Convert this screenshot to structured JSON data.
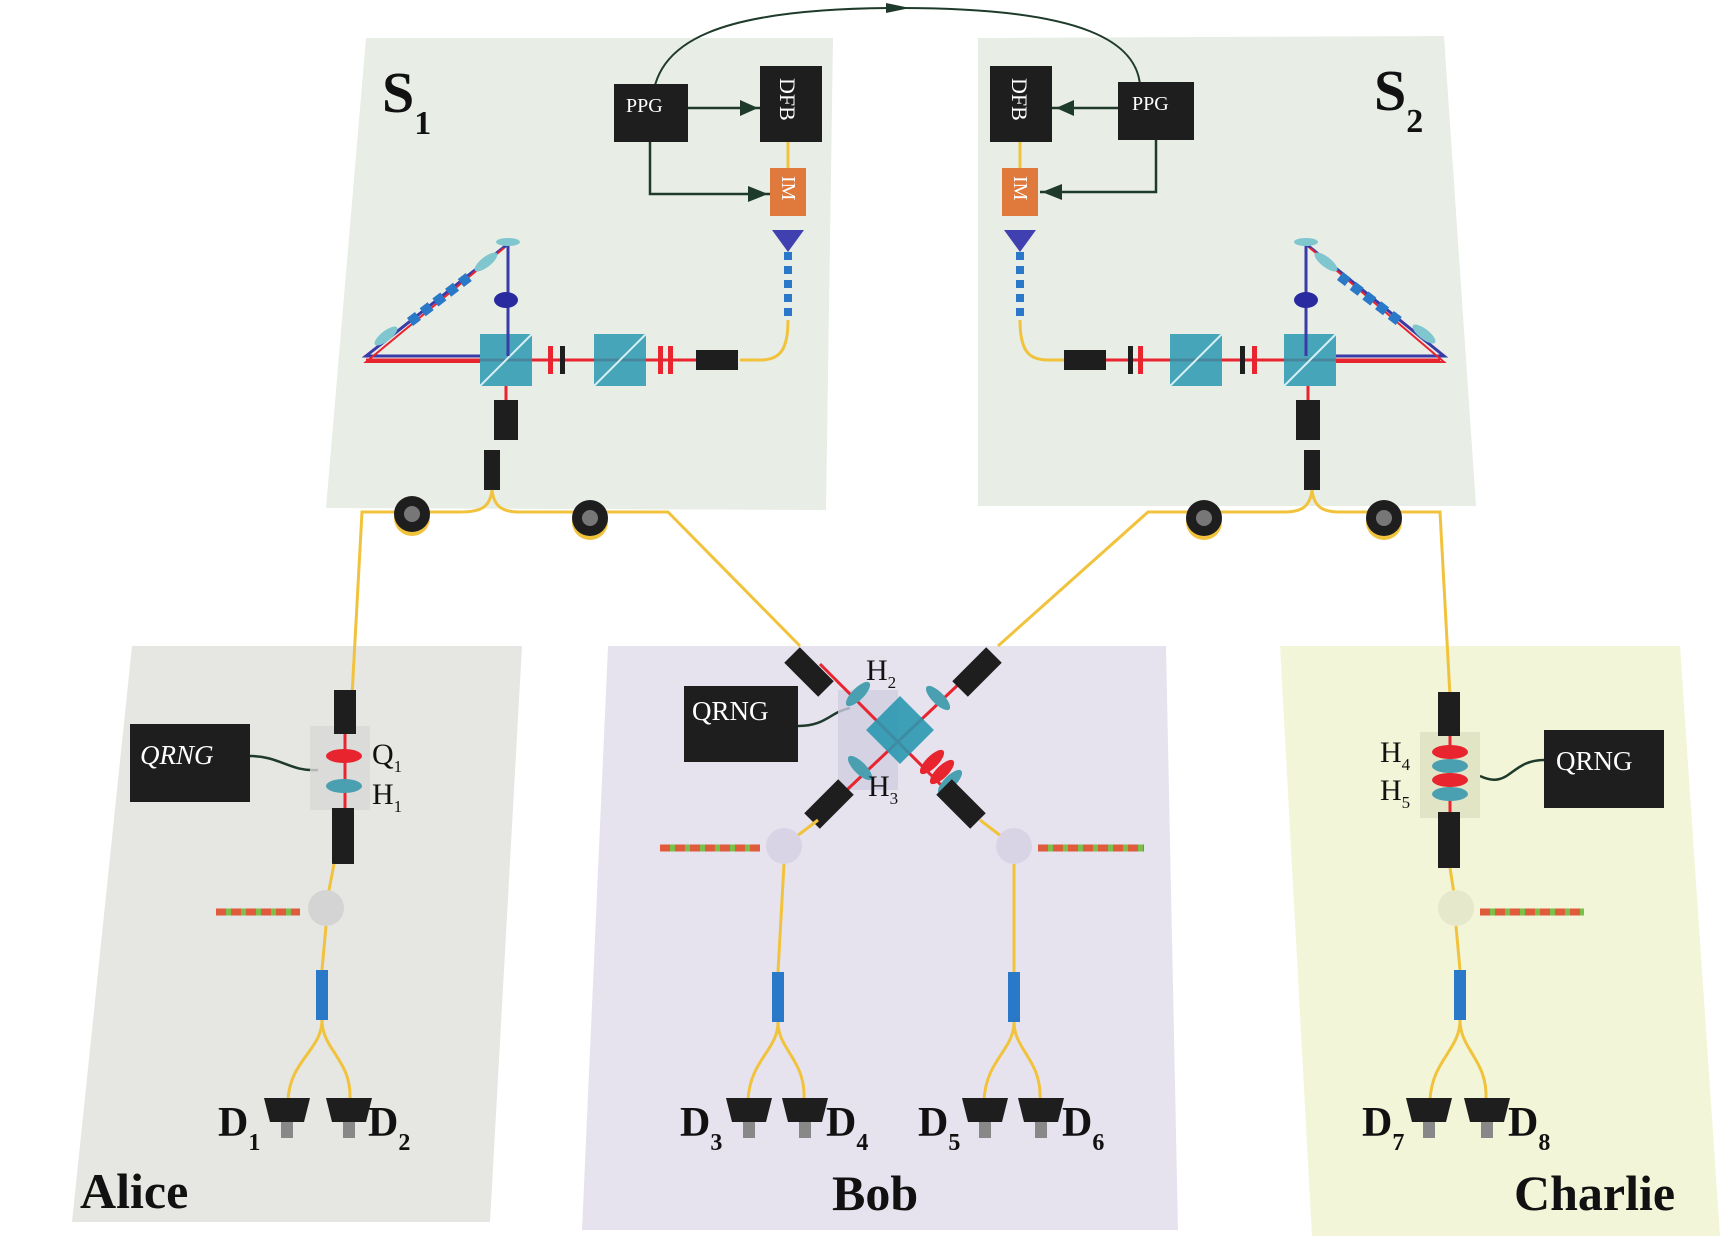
{
  "sources": {
    "s1": {
      "label": "S",
      "sub": "1",
      "ppg": "PPG",
      "dfb": "DFB",
      "im": "IM"
    },
    "s2": {
      "label": "S",
      "sub": "2",
      "ppg": "PPG",
      "dfb": "DFB",
      "im": "IM"
    }
  },
  "parties": {
    "alice": {
      "name": "Alice",
      "qrng": "QRNG",
      "q": "Q",
      "q_sub": "1",
      "h": "H",
      "h_sub": "1"
    },
    "bob": {
      "name": "Bob",
      "qrng": "QRNG",
      "h2": "H",
      "h2_sub": "2",
      "h3": "H",
      "h3_sub": "3"
    },
    "charlie": {
      "name": "Charlie",
      "qrng": "QRNG",
      "h4": "H",
      "h4_sub": "4",
      "h5": "H",
      "h5_sub": "5"
    }
  },
  "detectors": [
    {
      "label": "D",
      "sub": "1"
    },
    {
      "label": "D",
      "sub": "2"
    },
    {
      "label": "D",
      "sub": "3"
    },
    {
      "label": "D",
      "sub": "4"
    },
    {
      "label": "D",
      "sub": "5"
    },
    {
      "label": "D",
      "sub": "6"
    },
    {
      "label": "D",
      "sub": "7"
    },
    {
      "label": "D",
      "sub": "8"
    }
  ],
  "colors": {
    "s_panel": "#e8ede6",
    "alice_panel": "#e6e6e2",
    "bob_panel": "#e6e3ef",
    "charlie_panel": "#f3f5d8",
    "fiber": "#f1c33c",
    "laser_red": "#e8242f",
    "laser_blue": "#3a3aa8",
    "box_dark": "#1e1e1e",
    "im_orange": "#e07a3c",
    "crystal": "#2a98b0"
  }
}
